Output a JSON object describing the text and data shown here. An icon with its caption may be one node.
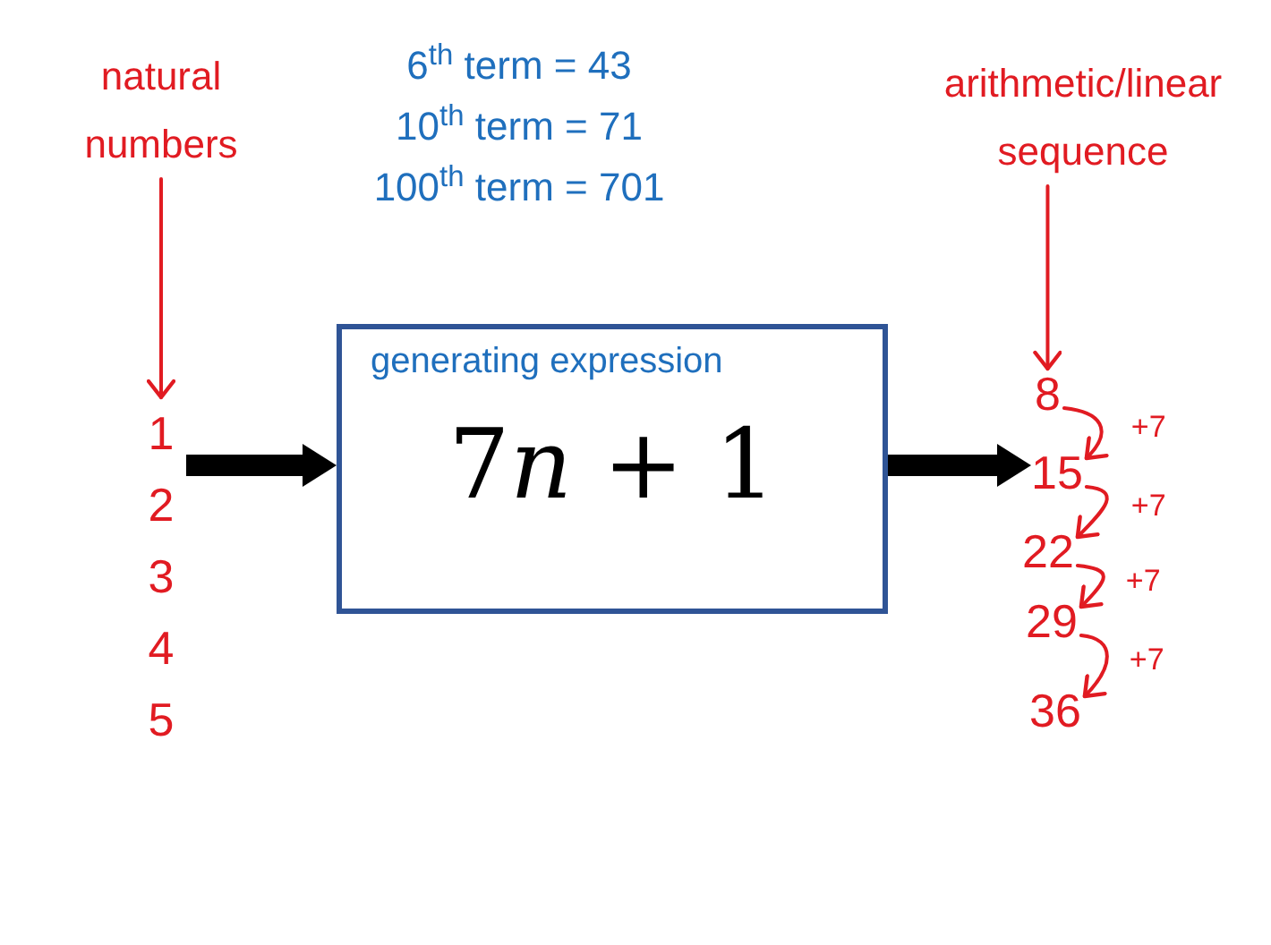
{
  "diagram": {
    "nodes": [
      {
        "text": [
          "natural numbers"
        ]
      },
      {
        "text": [
          "1",
          "2",
          "3",
          "4",
          "5"
        ]
      },
      {
        "text": [
          "generating expression",
          "7n + 1"
        ]
      },
      {
        "text": [
          "arithmetic/linear sequence"
        ]
      },
      {
        "text": [
          "8"
        ]
      },
      {
        "text": [
          "15"
        ]
      },
      {
        "text": [
          "22"
        ]
      },
      {
        "text": [
          "29"
        ]
      },
      {
        "text": [
          "36"
        ]
      }
    ],
    "edges": [
      {
        "from": 0,
        "to": 1,
        "arrow": "to"
      },
      {
        "from": 1,
        "to": 2,
        "arrow": "to",
        "style": "thick",
        "color": "#000000"
      },
      {
        "from": 2,
        "to": 5,
        "arrow": "to",
        "style": "thick",
        "color": "#000000"
      },
      {
        "from": 3,
        "to": 4,
        "arrow": "to"
      },
      {
        "from": 4,
        "to": 5,
        "label": "+7",
        "arrow": "to"
      },
      {
        "from": 5,
        "to": 6,
        "label": "+7",
        "arrow": "to"
      },
      {
        "from": 6,
        "to": 7,
        "label": "+7",
        "arrow": "to"
      },
      {
        "from": 7,
        "to": 8,
        "label": "+7",
        "arrow": "to"
      }
    ],
    "labels": [
      "6$^{th}$ term = 43",
      "10$^{th}$ term = 71",
      "100$^{th}$ term = 701"
    ]
  }
}
